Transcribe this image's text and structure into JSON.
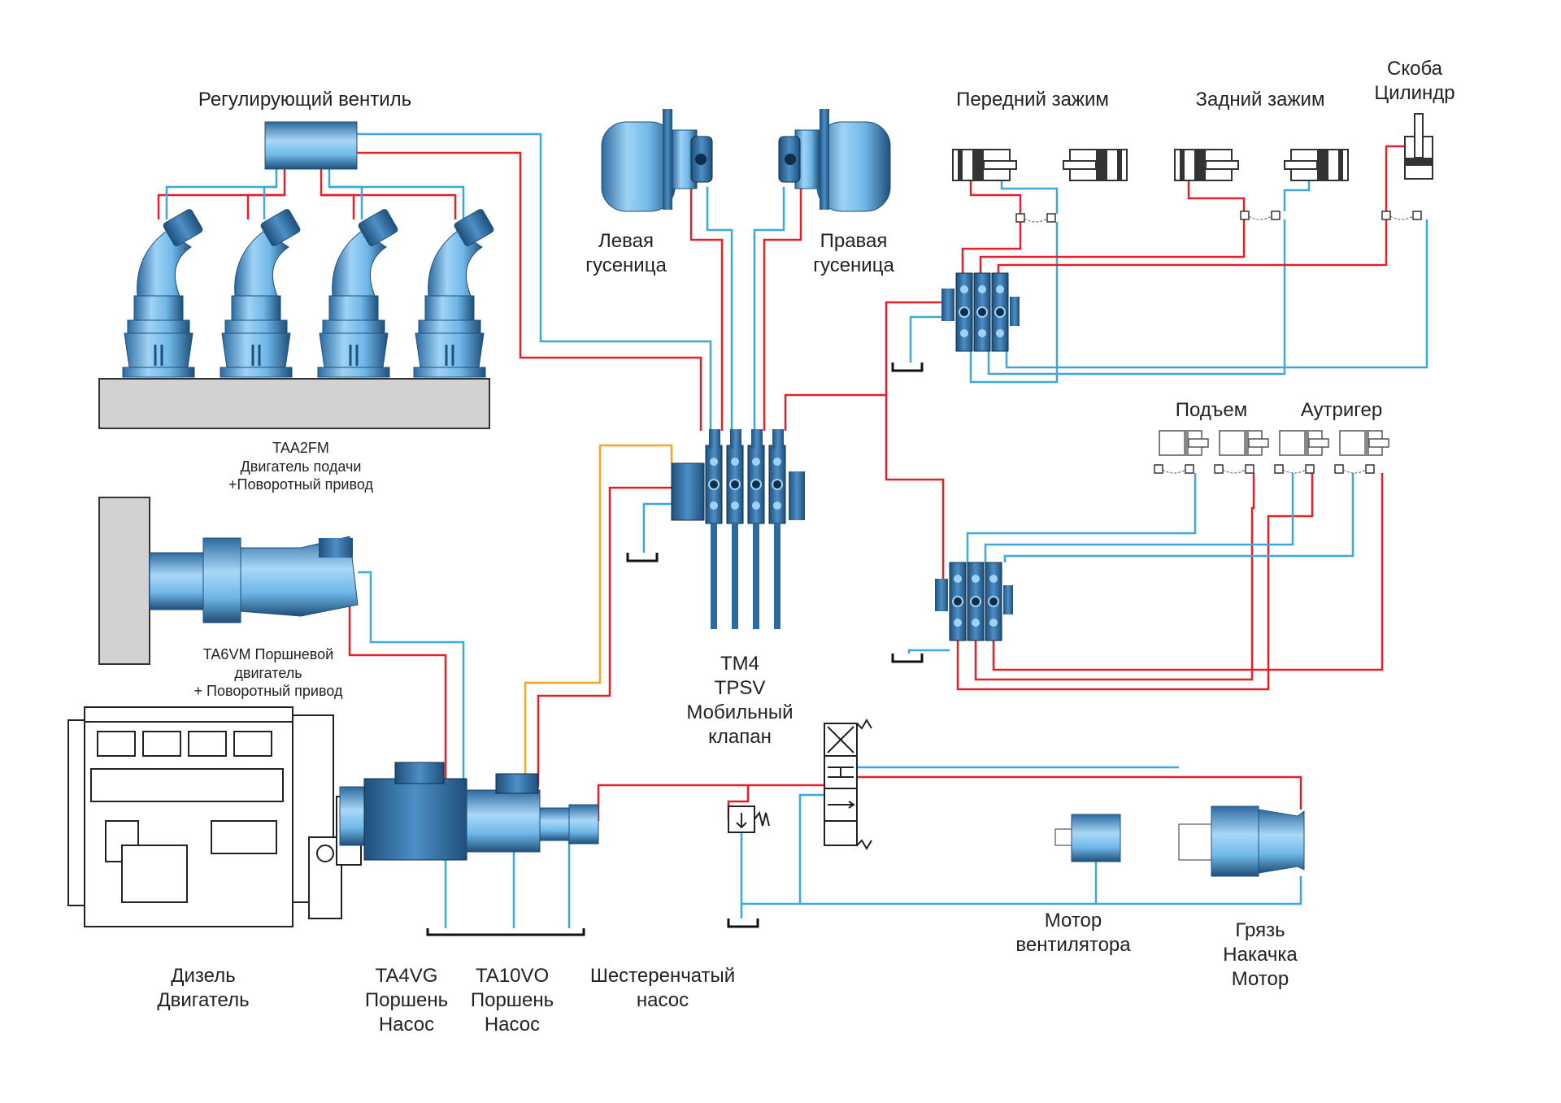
{
  "colors": {
    "pressure_line": "#e4202a",
    "return_line": "#3fa8db",
    "pilot_line": "#f5a623",
    "component_blue": "#6fb8e8",
    "component_dark": "#1f4f7a",
    "base_gray": "#d2d2d2",
    "outline": "#333333"
  },
  "labels": {
    "regulating_valve": "Регулирующий вентиль",
    "taa2fm": "TAA2FM\nДвигатель подачи\n+Поворотный привод",
    "left_track": "Левая\nгусеница",
    "right_track": "Правая\nгусеница",
    "front_clamp": "Передний зажим",
    "rear_clamp": "Задний зажим",
    "bracket_cylinder": "Скоба\nЦилиндр",
    "lift": "Подъем",
    "outrigger": "Аутригер",
    "ta6vm": "TA6VM Поршневой\nдвигатель\n+ Поворотный привод",
    "tm4": "TM4\nTPSV\nМобильный\nклапан",
    "diesel": "Дизель\nДвигатель",
    "ta4vg": "TA4VG\nПоршень\nНасос",
    "ta10vo": "TA10VO\nПоршень\nНасос",
    "gear_pump": "Шестеренчатый\nнасос",
    "fan_motor": "Мотор\nвентилятора",
    "mud_motor": "Грязь\nНакачка\nМотор"
  },
  "icons": {
    "feed_motor": "axial-piston-motor-icon",
    "track_motor": "track-drive-motor-icon",
    "cylinder": "hydraulic-cylinder-icon",
    "valve_block": "valve-bank-icon",
    "tank": "tank-icon",
    "pump": "piston-pump-icon",
    "engine": "diesel-engine-icon",
    "directional_valve": "directional-valve-icon",
    "relief_valve": "relief-valve-icon"
  }
}
